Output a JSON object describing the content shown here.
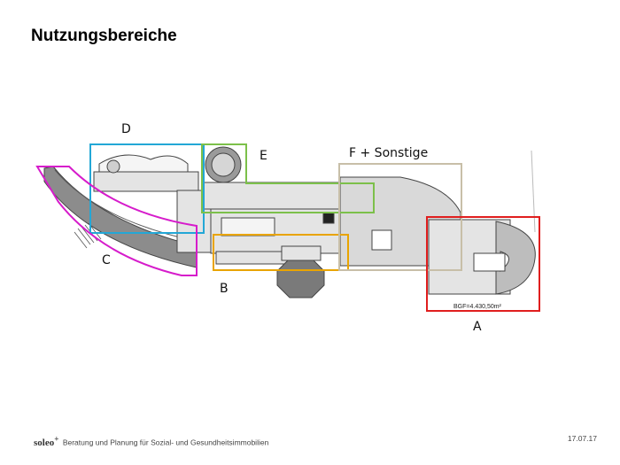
{
  "page": {
    "title": "Nutzungsbereiche"
  },
  "zones": [
    {
      "id": "A",
      "label": "A",
      "color": "#e01e1e"
    },
    {
      "id": "B",
      "label": "B",
      "color": "#e9a400"
    },
    {
      "id": "C",
      "label": "C",
      "color": "#d61ccb"
    },
    {
      "id": "D",
      "label": "D",
      "color": "#23a7d6"
    },
    {
      "id": "E",
      "label": "E",
      "color": "#7cc04a"
    },
    {
      "id": "F",
      "label": "F + Sonstige",
      "color": "#c8bfa8"
    }
  ],
  "plan": {
    "bgf_text": "BGF=4.430,50m²"
  },
  "footer": {
    "brand": "soleo",
    "brand_mark": "+",
    "text": "Beratung und Planung für Sozial- und Gesundheitsimmobilien",
    "date": "17.07.17"
  }
}
